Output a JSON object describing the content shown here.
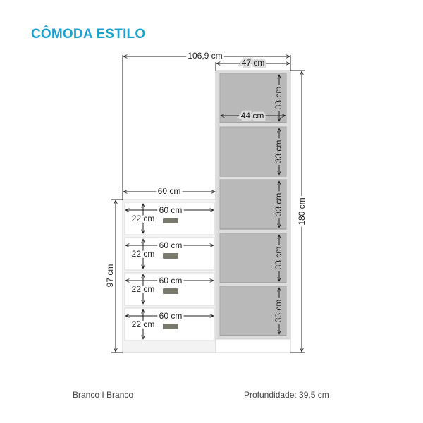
{
  "title": "CÔMODA ESTILO",
  "colors": {
    "title": "#1aa3cf",
    "frame": "#dcdcdc",
    "shelf_inner": "#b9b9b9",
    "drawer_face": "#ffffff",
    "handle": "#7a7a6e",
    "dimension_line": "#222222"
  },
  "dimensions": {
    "total_width": "106,9 cm",
    "tower_width": "47 cm",
    "shelf_inner_width": "44 cm",
    "shelf_heights": [
      "33 cm",
      "33 cm",
      "33 cm",
      "33 cm",
      "33 cm"
    ],
    "total_height": "180 cm",
    "dresser_width": "60 cm",
    "dresser_height": "97 cm",
    "drawers": [
      {
        "width": "60 cm",
        "height": "22 cm"
      },
      {
        "width": "60 cm",
        "height": "22 cm"
      },
      {
        "width": "60 cm",
        "height": "22 cm"
      },
      {
        "width": "60 cm",
        "height": "22 cm"
      }
    ]
  },
  "footer": {
    "color": "Branco I Branco",
    "depth": "Profundidade: 39,5 cm"
  }
}
